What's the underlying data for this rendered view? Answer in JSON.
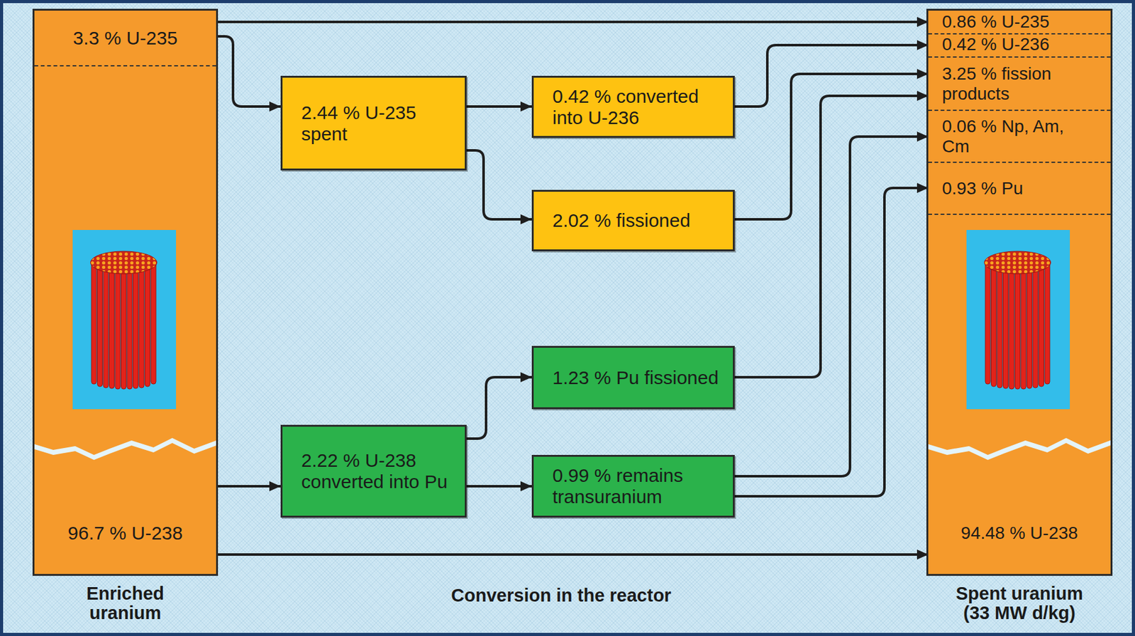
{
  "diagram": {
    "caption": "Conversion in the reactor",
    "nodes": [
      {
        "text": [
          "Enriched uranium"
        ]
      },
      {
        "text": [
          "3.3 % U-235"
        ],
        "in": 0
      },
      {
        "text": [
          "96.7 % U-238"
        ],
        "in": 0
      },
      {
        "text": [
          "2.44 % U-235 spent"
        ]
      },
      {
        "text": [
          "0.42 % converted into U-236"
        ]
      },
      {
        "text": [
          "2.02 % fissioned"
        ]
      },
      {
        "text": [
          "1.23 % Pu fissioned"
        ]
      },
      {
        "text": [
          "2.22 % U-238 converted into Pu"
        ]
      },
      {
        "text": [
          "0.99 % remains transuranium"
        ]
      },
      {
        "text": [
          "Spent uranium (33 MW d/kg)"
        ]
      },
      {
        "text": [
          "0.86 % U-235"
        ],
        "in": 9
      },
      {
        "text": [
          "0.42 % U-236"
        ],
        "in": 9
      },
      {
        "text": [
          "3.25 % fission products"
        ],
        "in": 9
      },
      {
        "text": [
          "0.06 % Np, Am, Cm"
        ],
        "in": 9
      },
      {
        "text": [
          "0.93 % Pu"
        ],
        "in": 9
      },
      {
        "text": [
          "94.48 % U-238"
        ],
        "in": 9
      }
    ],
    "edges": [
      {
        "from": 1,
        "to": 10,
        "arrow": "to"
      },
      {
        "from": 1,
        "to": 3,
        "arrow": "to"
      },
      {
        "from": 3,
        "to": 4,
        "arrow": "to"
      },
      {
        "from": 3,
        "to": 5,
        "arrow": "to"
      },
      {
        "from": 4,
        "to": 11,
        "arrow": "to"
      },
      {
        "from": 5,
        "to": 12,
        "arrow": "to"
      },
      {
        "from": 6,
        "to": 12,
        "arrow": "to"
      },
      {
        "from": 2,
        "to": 7,
        "arrow": "to"
      },
      {
        "from": 2,
        "to": 15,
        "arrow": "to"
      },
      {
        "from": 7,
        "to": 6,
        "arrow": "to"
      },
      {
        "from": 7,
        "to": 8,
        "arrow": "to"
      },
      {
        "from": 8,
        "to": 13,
        "arrow": "to"
      },
      {
        "from": 8,
        "to": 14,
        "arrow": "to"
      }
    ]
  }
}
